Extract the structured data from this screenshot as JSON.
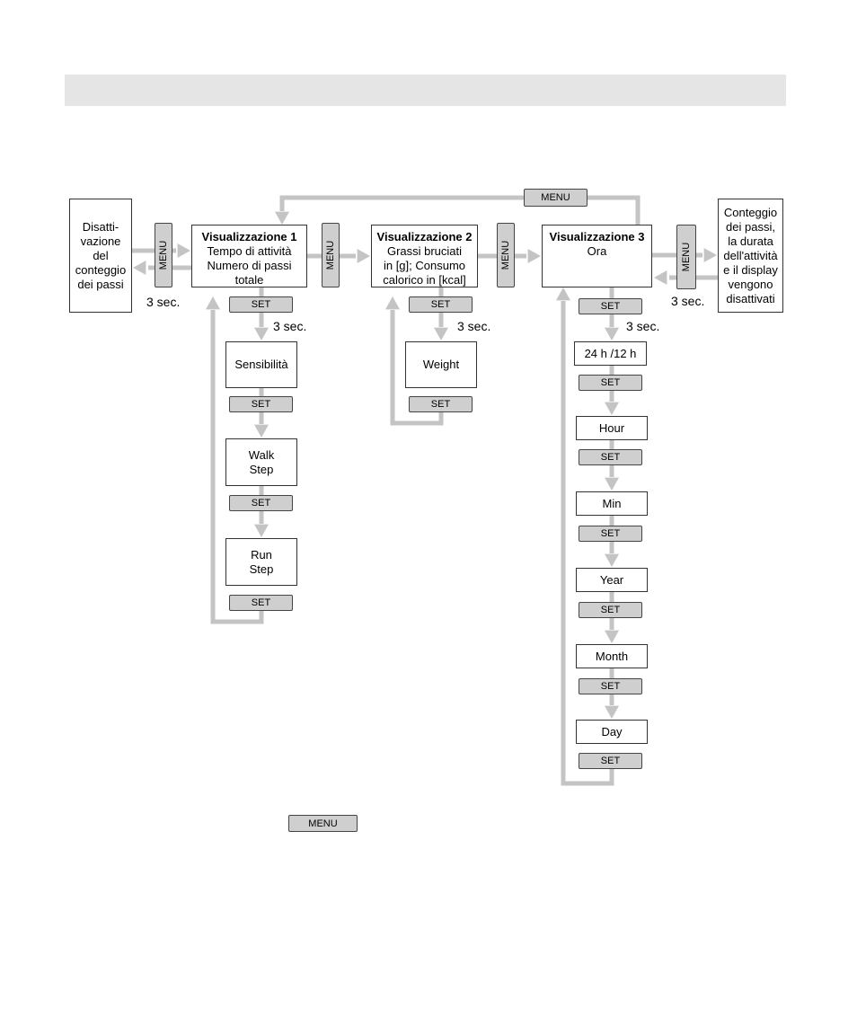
{
  "colors": {
    "arrow": "#c4c4c4",
    "header_bar": "#e5e5e5",
    "button_fill": "#cfcfcf",
    "box_border": "#333333"
  },
  "left_box": {
    "lines": [
      "Disatti-",
      "vazione",
      "del",
      "conteggio",
      "dei passi"
    ]
  },
  "right_box": {
    "lines": [
      "Conteggio",
      "dei passi,",
      "la durata",
      "dell'attività",
      "e il display",
      "vengono",
      "disattivati"
    ]
  },
  "view1": {
    "title": "Visualizzazione 1",
    "lines": [
      "Tempo di attività",
      "Numero di passi",
      "totale"
    ]
  },
  "view2": {
    "title": "Visualizzazione 2",
    "lines": [
      "Grassi bruciati",
      "in [g]; Consumo",
      "calorico in [kcal]"
    ]
  },
  "view3": {
    "title": "Visualizzazione 3",
    "lines": [
      "Ora"
    ]
  },
  "buttons": {
    "menu": "MENU",
    "set": "SET"
  },
  "hold_label": "3 sec.",
  "view1_steps": [
    [
      "Sensibilità"
    ],
    [
      "Walk",
      "Step"
    ],
    [
      "Run",
      "Step"
    ]
  ],
  "view2_steps": [
    [
      "Weight"
    ]
  ],
  "view3_steps": [
    [
      "24 h /12 h"
    ],
    [
      "Hour"
    ],
    [
      "Min"
    ],
    [
      "Year"
    ],
    [
      "Month"
    ],
    [
      "Day"
    ]
  ],
  "legend": {
    "button": "MENU"
  }
}
